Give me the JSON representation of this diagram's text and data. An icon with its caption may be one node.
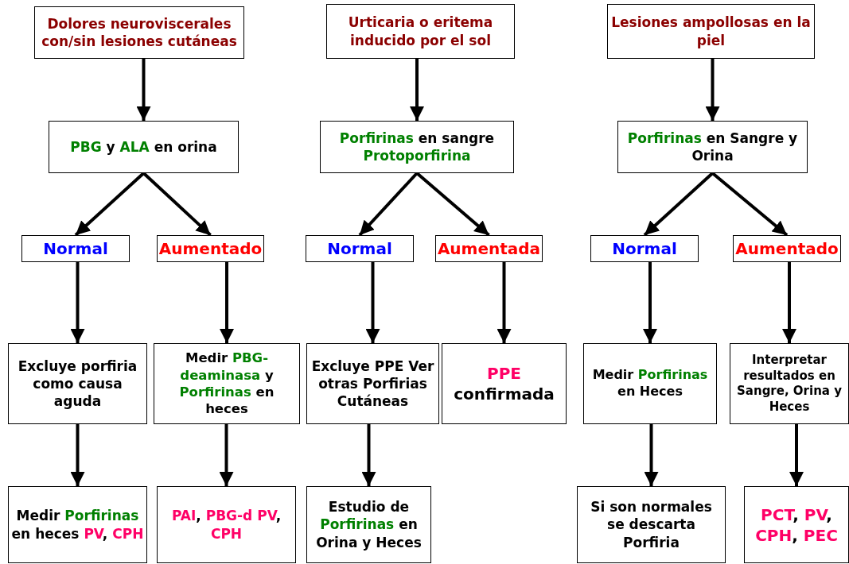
{
  "diagram": {
    "nodes": [
      {
        "text": [
          "Dolores neuroviscerales con/sin lesiones cutáneas"
        ]
      },
      {
        "text": [
          "**PBG** y **ALA** en orina"
        ]
      },
      {
        "text": [
          "Normal"
        ]
      },
      {
        "text": [
          "Aumentado"
        ]
      },
      {
        "text": [
          "Excluye porfiria como causa aguda"
        ]
      },
      {
        "text": [
          "Medir **PBG-deaminasa** y **Porfirinas** en heces"
        ]
      },
      {
        "text": [
          "Medir **Porfirinas** en heces *PV*, *CPH*"
        ]
      },
      {
        "text": [
          "*PAI*, *PBG-d* *PV*, *CPH*"
        ]
      },
      {
        "text": [
          "Urticaria o eritema inducido por el sol"
        ]
      },
      {
        "text": [
          "**Porfirinas** en sangre **Protoporfirina**"
        ]
      },
      {
        "text": [
          "Normal"
        ]
      },
      {
        "text": [
          "Aumentada"
        ]
      },
      {
        "text": [
          "Excluye PPE Ver otras Porfirias Cutáneas"
        ]
      },
      {
        "text": [
          "*PPE* confirmada"
        ]
      },
      {
        "text": [
          "Estudio de **Porfirinas** en Orina y Heces"
        ]
      },
      {
        "text": [
          "Lesiones ampollosas en la piel"
        ]
      },
      {
        "text": [
          "**Porfirinas** en Sangre y Orina"
        ]
      },
      {
        "text": [
          "Normal"
        ]
      },
      {
        "text": [
          "Aumentado"
        ]
      },
      {
        "text": [
          "Medir **Porfirinas** en Heces"
        ]
      },
      {
        "text": [
          "Interpretar resultados en Sangre, Orina y Heces"
        ]
      },
      {
        "text": [
          "Si son normales se descarta Porfiria"
        ]
      },
      {
        "text": [
          "*PCT*, *PV*, *CPH*, *PEC*"
        ]
      }
    ],
    "edges": [
      {
        "from": 0,
        "to": 1,
        "arrow": "to"
      },
      {
        "from": 1,
        "to": 2,
        "arrow": "to"
      },
      {
        "from": 1,
        "to": 3,
        "arrow": "to"
      },
      {
        "from": 2,
        "to": 4,
        "arrow": "to"
      },
      {
        "from": 3,
        "to": 5,
        "arrow": "to"
      },
      {
        "from": 4,
        "to": 6,
        "arrow": "to"
      },
      {
        "from": 5,
        "to": 7,
        "arrow": "to"
      },
      {
        "from": 8,
        "to": 9,
        "arrow": "to"
      },
      {
        "from": 9,
        "to": 10,
        "arrow": "to"
      },
      {
        "from": 9,
        "to": 11,
        "arrow": "to"
      },
      {
        "from": 10,
        "to": 12,
        "arrow": "to"
      },
      {
        "from": 11,
        "to": 13,
        "arrow": "to"
      },
      {
        "from": 12,
        "to": 14,
        "arrow": "to"
      },
      {
        "from": 15,
        "to": 16,
        "arrow": "to"
      },
      {
        "from": 16,
        "to": 17,
        "arrow": "to"
      },
      {
        "from": 16,
        "to": 18,
        "arrow": "to"
      },
      {
        "from": 17,
        "to": 19,
        "arrow": "to"
      },
      {
        "from": 18,
        "to": 20,
        "arrow": "to"
      },
      {
        "from": 19,
        "to": 21,
        "arrow": "to"
      },
      {
        "from": 20,
        "to": 22,
        "arrow": "to"
      }
    ]
  }
}
